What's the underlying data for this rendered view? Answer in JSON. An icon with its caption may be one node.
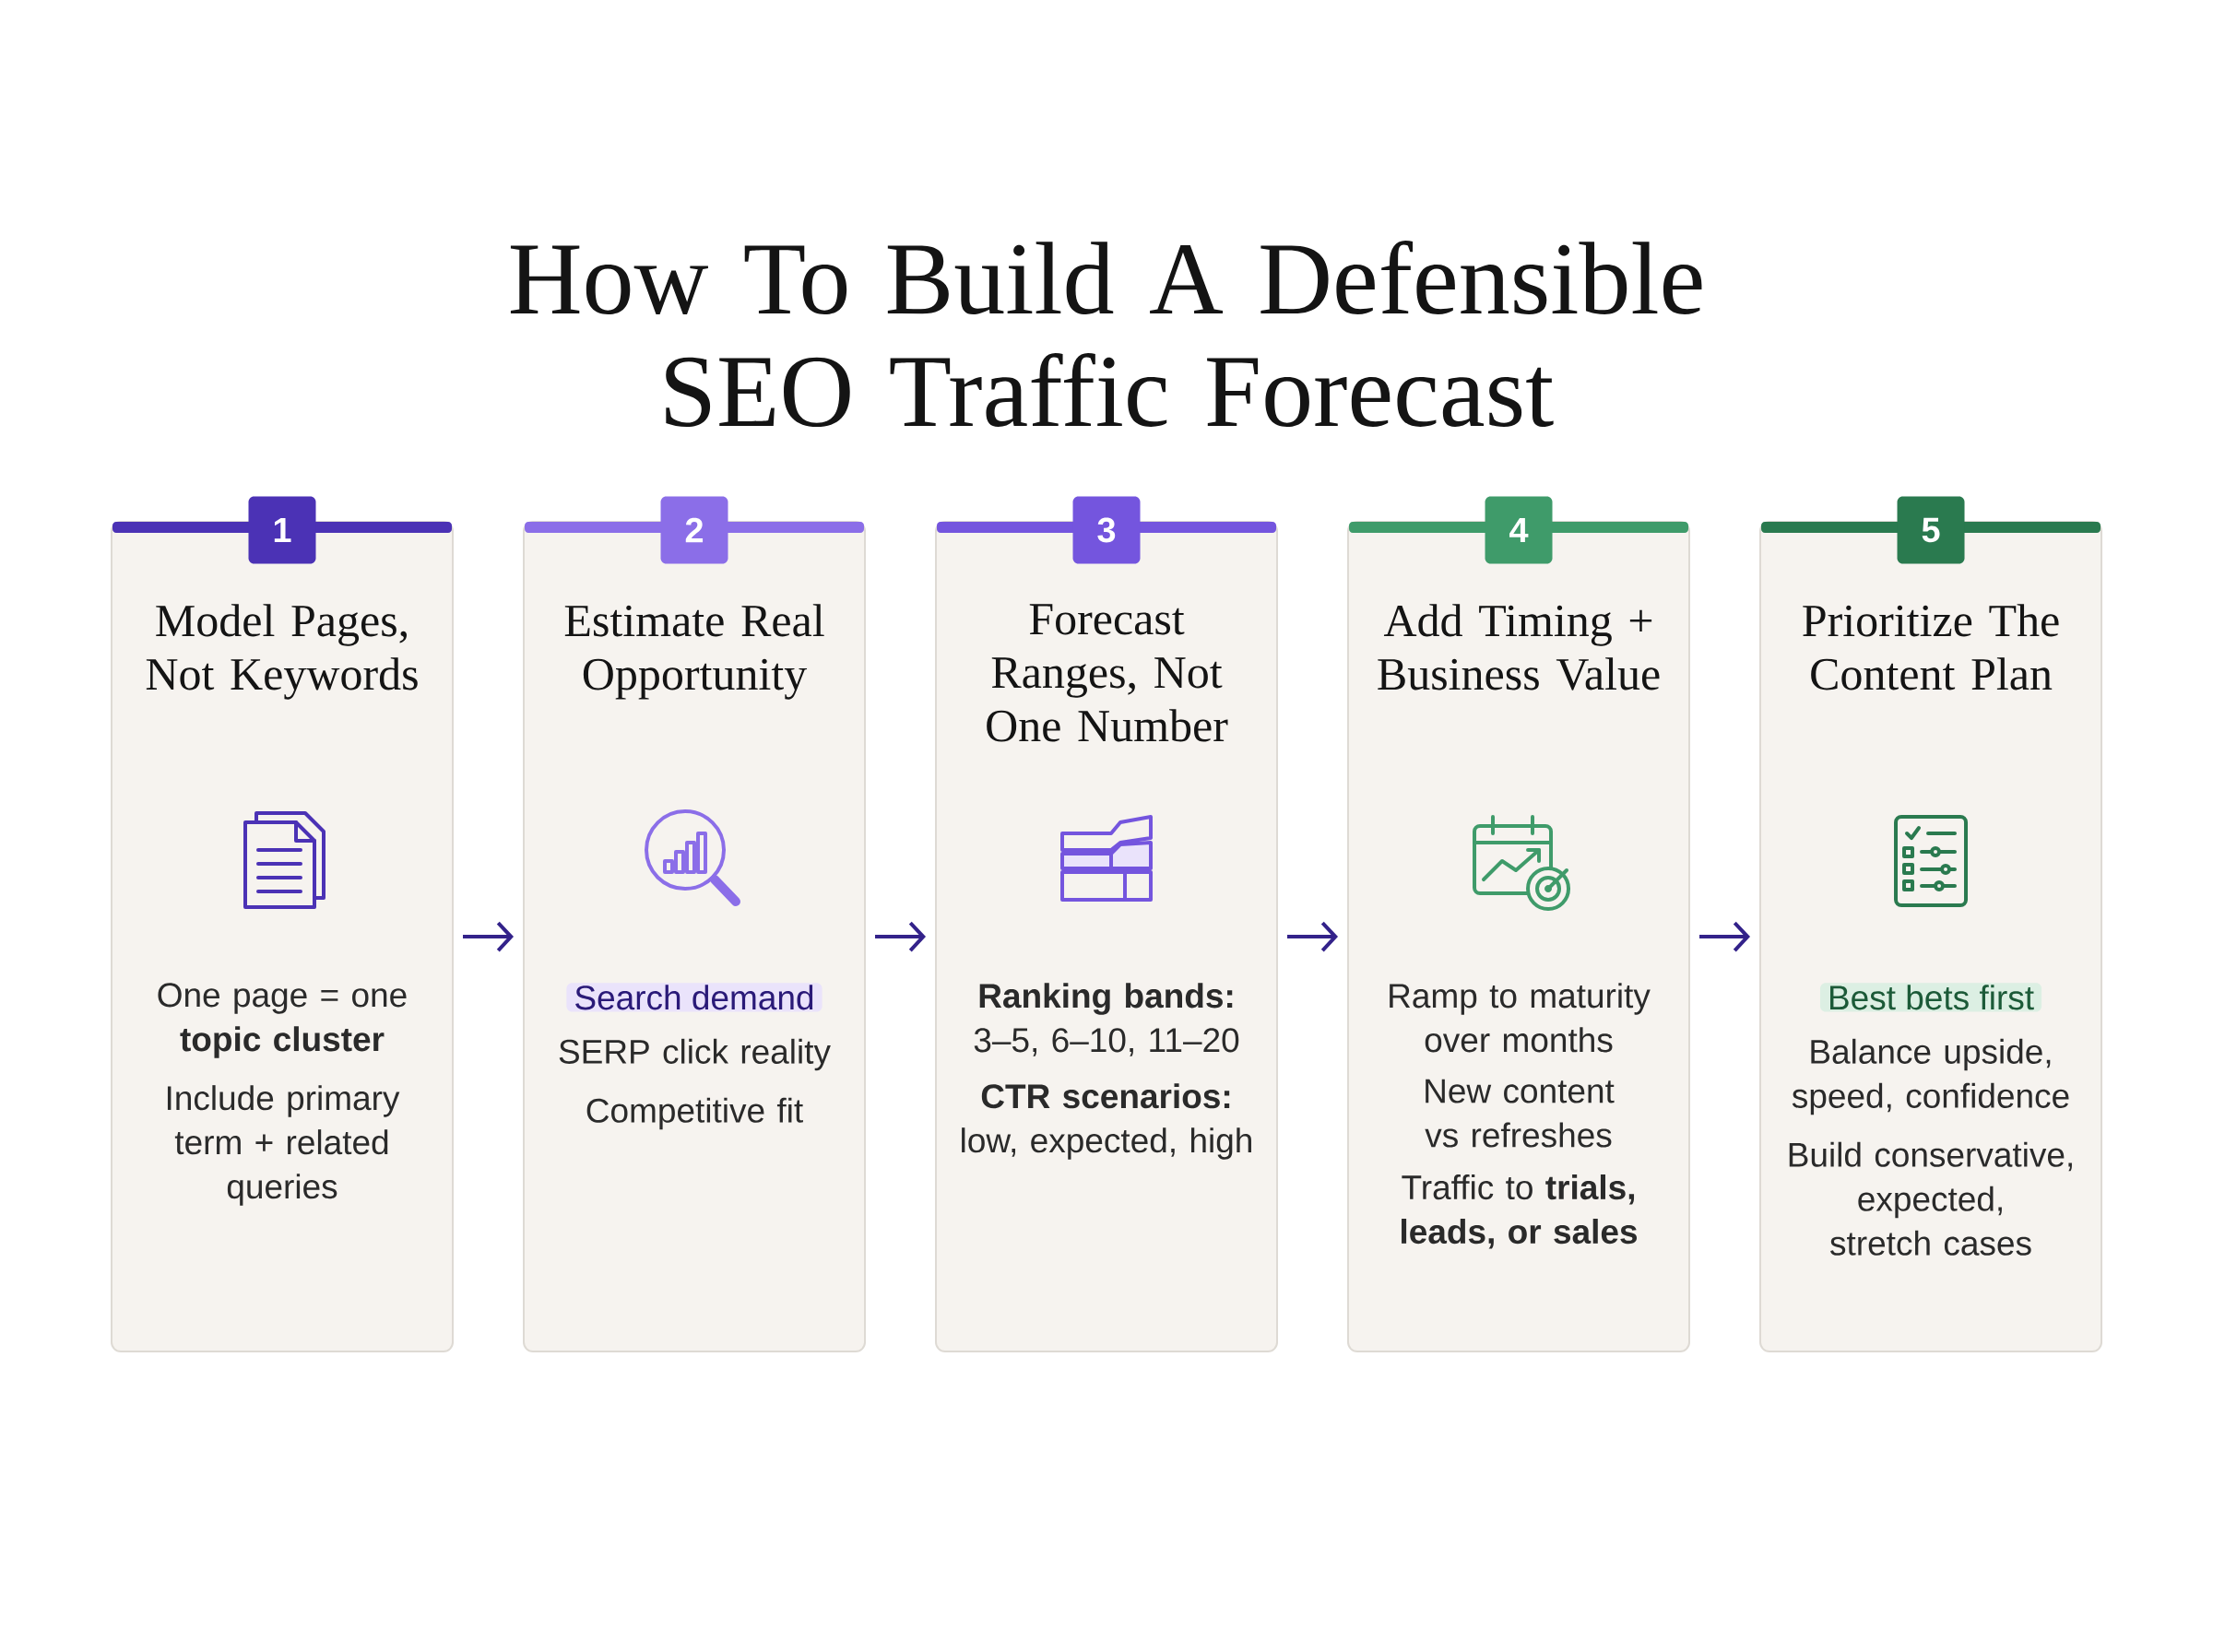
{
  "diagram": {
    "title": "How To Build A Defensible SEO Traffic Forecast",
    "nodes": [
      {
        "text": [
          "Model Pages, Not Keywords",
          "One page = one **topic cluster**",
          "Include primary term + related queries"
        ]
      },
      {
        "text": [
          "1"
        ],
        "in": 0
      },
      {
        "text": [
          "Estimate Real Opportunity",
          "Search demand",
          "SERP click reality",
          "Competitive fit"
        ]
      },
      {
        "text": [
          "2"
        ],
        "in": 2
      },
      {
        "text": [
          "Forecast Ranges, Not One Number",
          "**Ranking bands:** 3–5, 6–10, 11–20",
          "**CTR scenarios:** low, expected, high"
        ]
      },
      {
        "text": [
          "3"
        ],
        "in": 4
      },
      {
        "text": [
          "Add Timing + Business Value",
          "Ramp to maturity over months",
          "New content vs refreshes",
          "Traffic to **trials, leads, or sales**"
        ]
      },
      {
        "text": [
          "4"
        ],
        "in": 6
      },
      {
        "text": [
          "Prioritize The Content Plan",
          "Best bets first",
          "Balance upside, speed, confidence",
          "Build conservative, expected, stretch cases"
        ]
      },
      {
        "text": [
          "5"
        ],
        "in": 8
      }
    ],
    "edges": [
      {
        "from": 0,
        "to": 2,
        "arrow": "to"
      },
      {
        "from": 2,
        "to": 4,
        "arrow": "to"
      },
      {
        "from": 4,
        "to": 6,
        "arrow": "to"
      },
      {
        "from": 6,
        "to": 8,
        "arrow": "to"
      }
    ]
  }
}
